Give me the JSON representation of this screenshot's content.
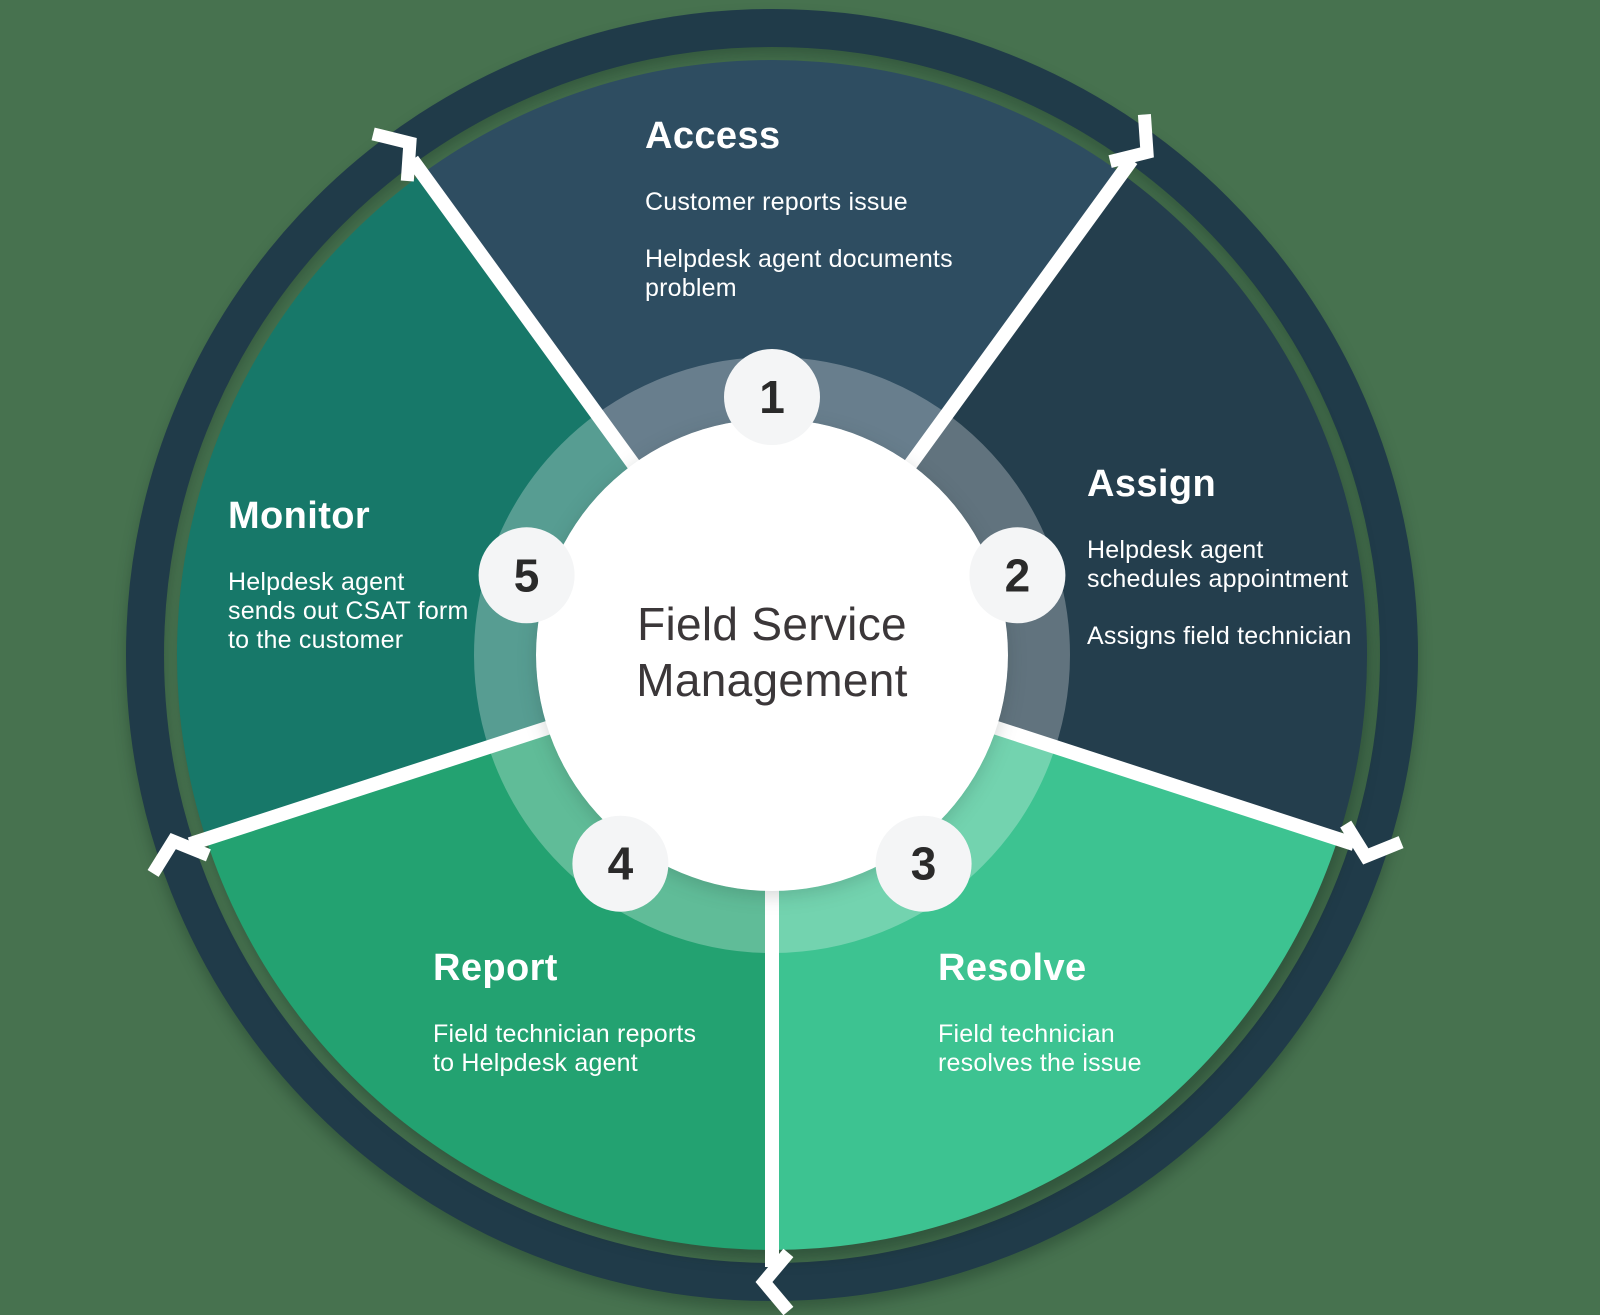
{
  "title": "Field Service Management",
  "colors": {
    "background": "#47724F",
    "ring": "#203B49",
    "divider": "#FFFFFF",
    "halo": "#FFFFFF",
    "center_circle": "#FFFFFF",
    "center_text": "#3B3739",
    "label_text": "#FFFFFF",
    "badge_fill": "#F4F5F6",
    "badge_text": "#2A2A2A"
  },
  "center": {
    "title": "Field Service\nManagement"
  },
  "steps": [
    {
      "number": "1",
      "title": "Access",
      "color": "#2E4D61",
      "body": [
        "Customer reports issue",
        "Helpdesk agent documents\nproblem"
      ]
    },
    {
      "number": "2",
      "title": "Assign",
      "color": "#243E4D",
      "body": [
        "Helpdesk agent\nschedules appointment",
        "Assigns field technician"
      ]
    },
    {
      "number": "3",
      "title": "Resolve",
      "color": "#3DC391",
      "body": [
        "Field technician\nresolves the issue"
      ]
    },
    {
      "number": "4",
      "title": "Report",
      "color": "#23A271",
      "body": [
        "Field technician reports\nto Helpdesk agent"
      ]
    },
    {
      "number": "5",
      "title": "Monitor",
      "color": "#177869",
      "body": [
        "Helpdesk agent\nsends out CSAT form\nto the customer"
      ]
    }
  ]
}
